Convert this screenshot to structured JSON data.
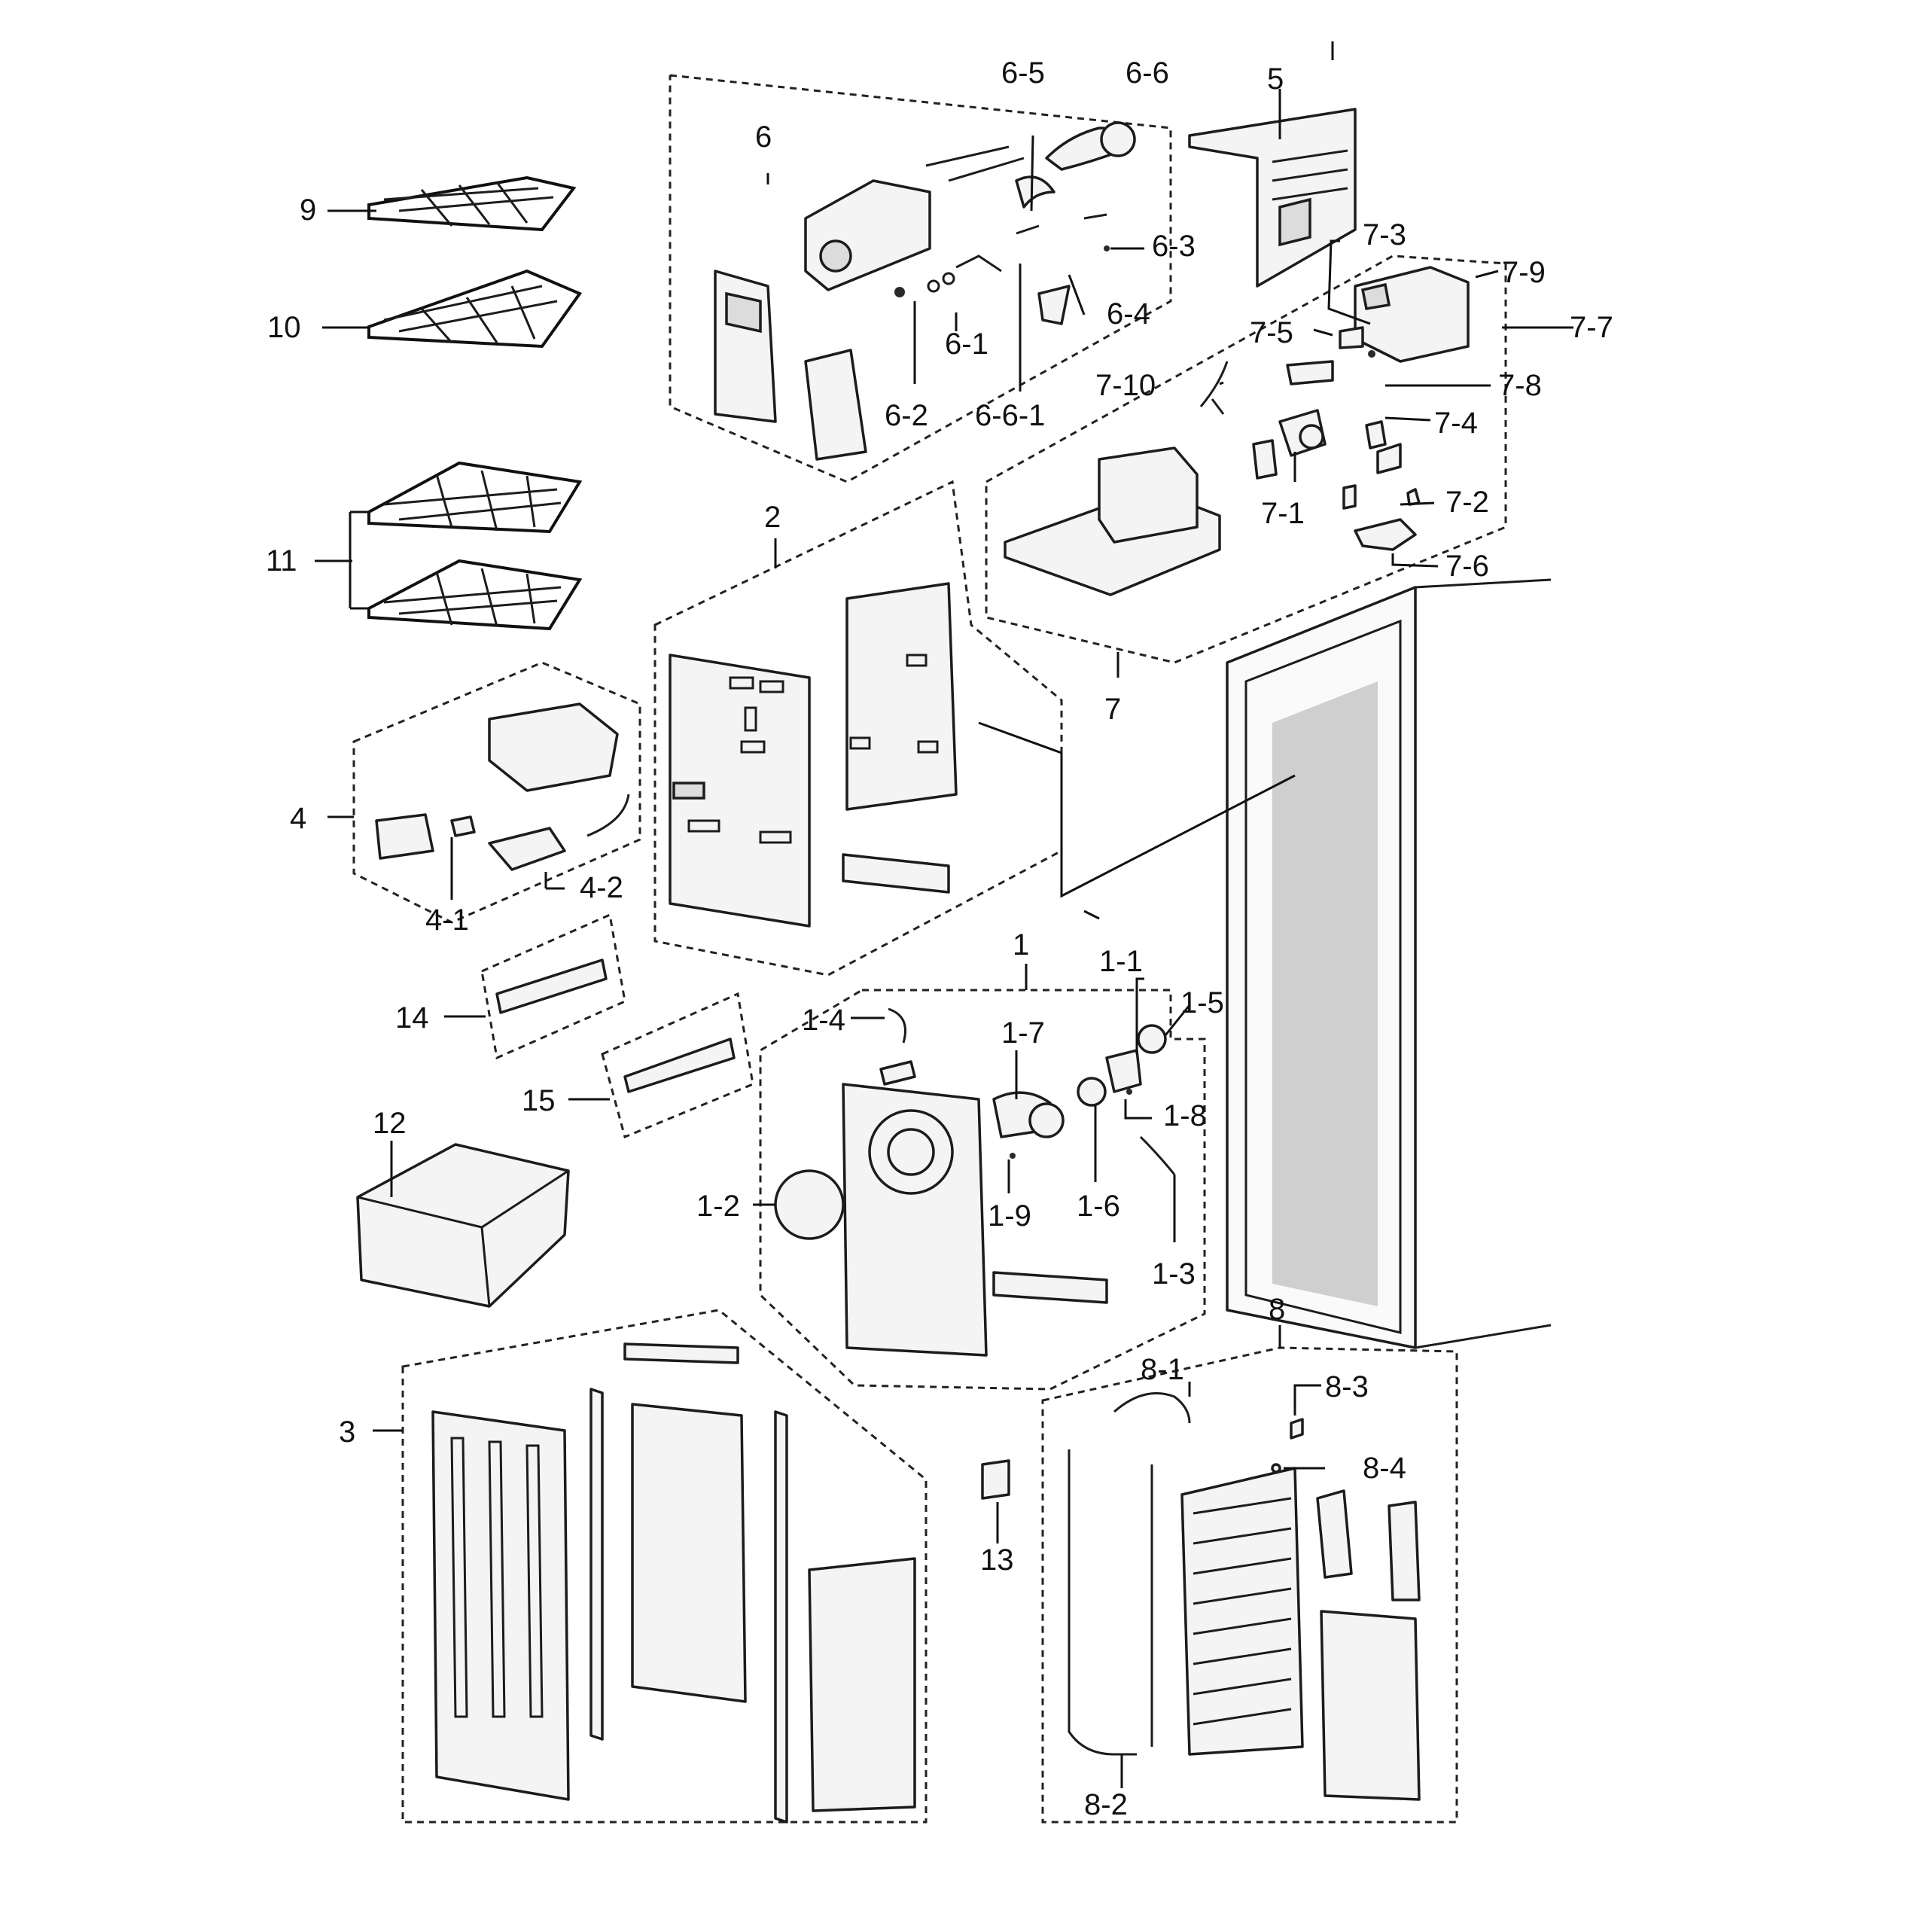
{
  "callouts": {
    "c_1": "1",
    "c_1_1": "1-1",
    "c_1_2": "1-2",
    "c_1_3": "1-3",
    "c_1_4": "1-4",
    "c_1_5": "1-5",
    "c_1_6": "1-6",
    "c_1_7": "1-7",
    "c_1_8": "1-8",
    "c_1_9": "1-9",
    "c_2": "2",
    "c_3": "3",
    "c_4": "4",
    "c_4_1": "4-1",
    "c_4_2": "4-2",
    "c_5": "5",
    "c_6": "6",
    "c_6_1": "6-1",
    "c_6_2": "6-2",
    "c_6_3": "6-3",
    "c_6_4": "6-4",
    "c_6_5": "6-5",
    "c_6_6": "6-6",
    "c_6_6_1": "6-6-1",
    "c_7": "7",
    "c_7_1": "7-1",
    "c_7_2": "7-2",
    "c_7_3": "7-3",
    "c_7_4": "7-4",
    "c_7_5": "7-5",
    "c_7_6": "7-6",
    "c_7_7": "7-7",
    "c_7_8": "7-8",
    "c_7_9": "7-9",
    "c_7_10": "7-10",
    "c_8": "8",
    "c_8_1": "8-1",
    "c_8_2": "8-2",
    "c_8_3": "8-3",
    "c_8_4": "8-4",
    "c_9": "9",
    "c_10": "10",
    "c_11": "11",
    "c_12": "12",
    "c_13": "13",
    "c_14": "14",
    "c_15": "15"
  }
}
